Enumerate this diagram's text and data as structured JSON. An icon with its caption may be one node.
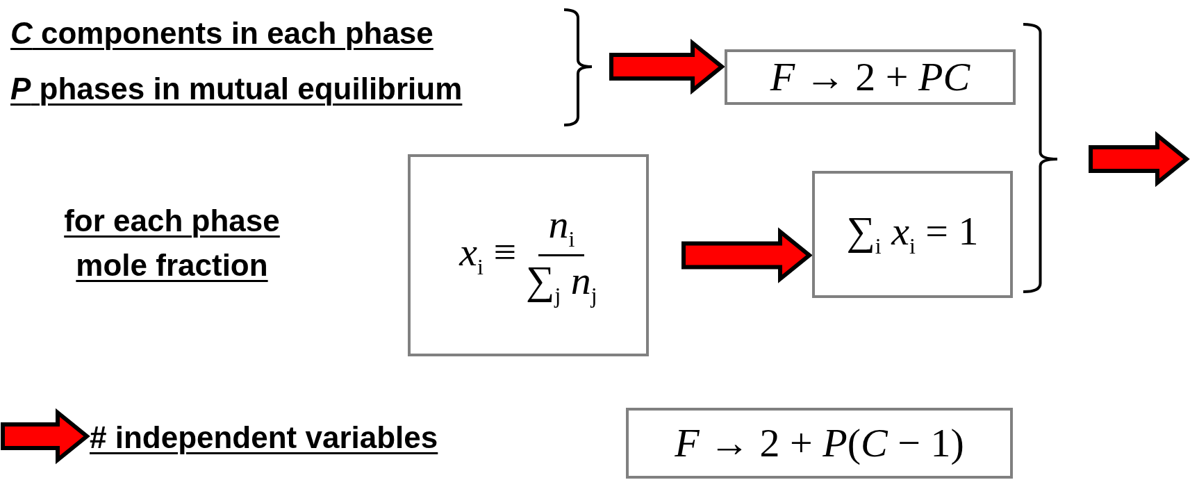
{
  "diagram": {
    "nodes": [
      {
        "text": [
          "*C* components in each phase"
        ]
      },
      {
        "text": [
          "*P* phases in mutual equilibrium"
        ]
      },
      {
        "text": [
          "*F* → 2 + *PC*"
        ]
      },
      {
        "text": [
          "for each phase mole fraction"
        ]
      },
      {
        "text": [
          "*x*$_{i}$ ≡",
          "*n*$_{i}$",
          "∑$_{j}$ *n*$_{j}$"
        ]
      },
      {
        "text": [
          "∑$_{i}$ *x*$_{i}$ = 1"
        ]
      },
      {
        "text": [
          "# independent variables"
        ]
      },
      {
        "text": [
          "*F* → 2 + *P*(*C* − 1)"
        ]
      }
    ],
    "edges": [
      {
        "from": null,
        "to": 2,
        "arrow": "to"
      },
      {
        "from": 4,
        "to": 5,
        "arrow": "to"
      },
      {
        "from": null,
        "to": 6,
        "arrow": "to"
      }
    ]
  }
}
